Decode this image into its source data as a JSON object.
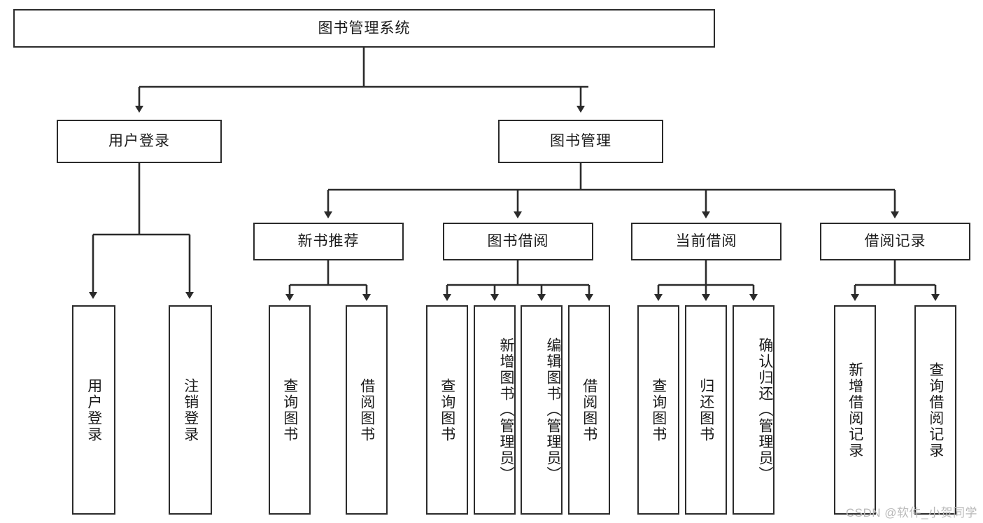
{
  "diagram": {
    "title": "图书管理系统",
    "type": "tree-hierarchy",
    "watermark": "CSDN @软件_小贺同学",
    "colors": {
      "border": "#2b2b2b",
      "background": "#ffffff",
      "text": "#1a1a1a",
      "watermark": "#b9b9b9"
    },
    "root": {
      "label": "图书管理系统"
    },
    "level2": [
      {
        "label": "用户登录"
      },
      {
        "label": "图书管理"
      }
    ],
    "level3": [
      {
        "label": "新书推荐"
      },
      {
        "label": "图书借阅"
      },
      {
        "label": "当前借阅"
      },
      {
        "label": "借阅记录"
      }
    ],
    "leaves": {
      "user_login": [
        {
          "label": "用户登录"
        },
        {
          "label": "注销登录"
        }
      ],
      "new_book_recommend": [
        {
          "label": "查询图书"
        },
        {
          "label": "借阅图书"
        }
      ],
      "book_borrow": [
        {
          "label": "查询图书"
        },
        {
          "label": "新增图书（管理员）"
        },
        {
          "label": "编辑图书（管理员）"
        },
        {
          "label": "借阅图书"
        }
      ],
      "current_borrow": [
        {
          "label": "查询图书"
        },
        {
          "label": "归还图书"
        },
        {
          "label": "确认归还（管理员）"
        }
      ],
      "borrow_records": [
        {
          "label": "新增借阅记录"
        },
        {
          "label": "查询借阅记录"
        }
      ]
    }
  }
}
